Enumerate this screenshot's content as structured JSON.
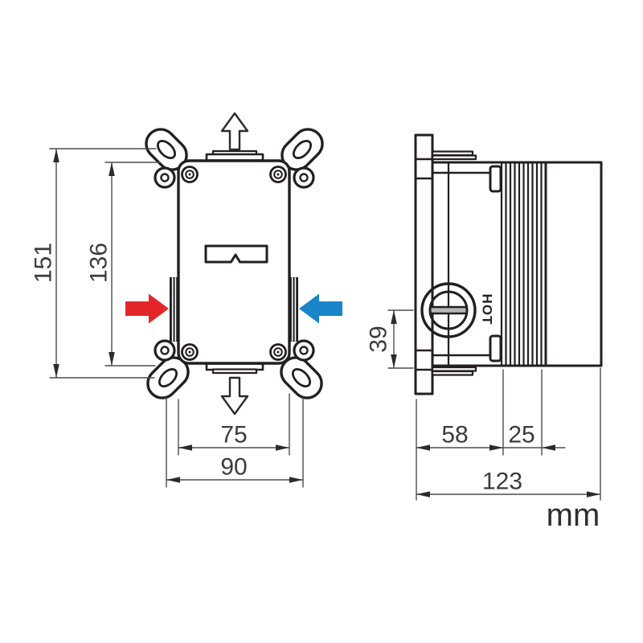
{
  "drawing": {
    "unit_label": "mm",
    "front_view": {
      "overall_height": "151",
      "body_height": "136",
      "body_width": "75",
      "fixing_centres_width": "90"
    },
    "side_view": {
      "inlet_offset": "39",
      "body_depth": "58",
      "adjustment_depth": "25",
      "total_depth": "123",
      "hot_port_label": "HOT"
    },
    "colors": {
      "hot": "#e3262a",
      "cold": "#1a85c8",
      "line": "#231f20",
      "dim": "#4c4d4f"
    }
  }
}
